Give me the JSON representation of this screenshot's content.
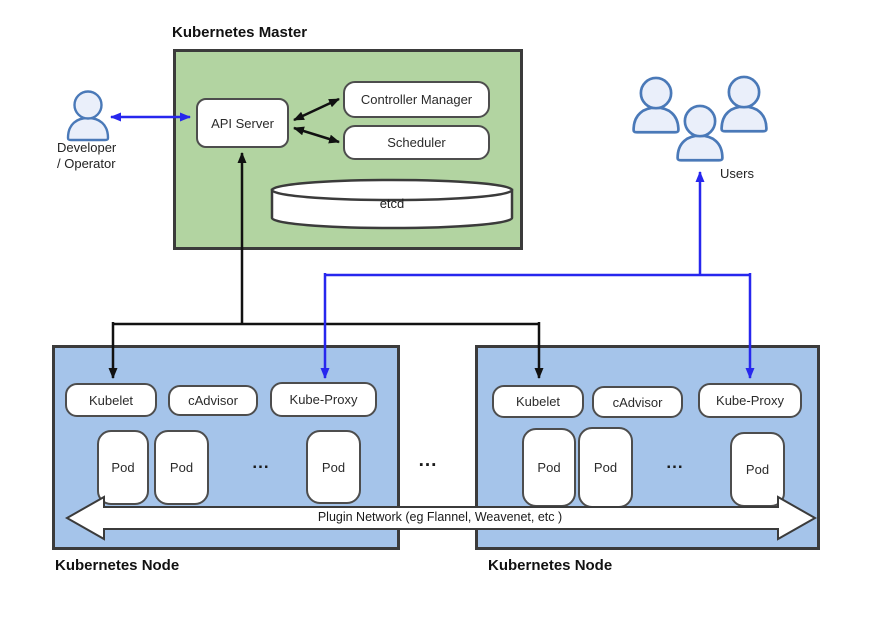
{
  "master": {
    "title": "Kubernetes Master",
    "api_server": "API Server",
    "controller_manager": "Controller Manager",
    "scheduler": "Scheduler",
    "etcd": "etcd"
  },
  "developer": {
    "line1": "Developer",
    "line2": "/ Operator"
  },
  "users": {
    "label": "Users"
  },
  "node_left": {
    "title": "Kubernetes Node",
    "components": [
      "Kubelet",
      "cAdvisor",
      "Kube-Proxy"
    ],
    "pods": [
      "Pod",
      "Pod",
      "Pod"
    ],
    "ellipsis": "..."
  },
  "node_right": {
    "title": "Kubernetes Node",
    "components": [
      "Kubelet",
      "cAdvisor",
      "Kube-Proxy"
    ],
    "pods": [
      "Pod",
      "Pod",
      "Pod"
    ],
    "ellipsis": "..."
  },
  "cluster_ellipsis": "...",
  "network": {
    "label": "Plugin Network (eg Flannel, Weavenet, etc )"
  },
  "colors": {
    "master_fill": "#b2d4a1",
    "node_fill": "#a5c4ea",
    "border_dark": "#3b3b3b",
    "comp_border": "#4d4d4d",
    "arrow_black": "#111111",
    "arrow_blue": "#2727ee",
    "person_stroke": "#4a79b8",
    "person_fill": "#eaeffa",
    "text_color": "#1f1f1f"
  }
}
